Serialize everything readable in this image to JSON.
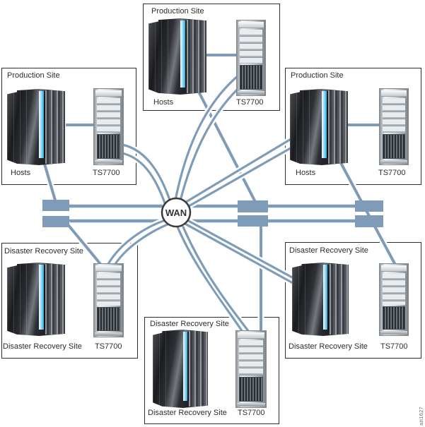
{
  "wan_label": "WAN",
  "watermark": "att1627",
  "colors": {
    "wire": "#7E9CB8",
    "border": "#2e2e2e",
    "label": "#2d2d2d"
  },
  "sites": [
    {
      "title": "Production Site",
      "host_label": "Hosts",
      "unit_label": "TS7700"
    },
    {
      "title": "Production Site",
      "host_label": "Hosts",
      "unit_label": "TS7700"
    },
    {
      "title": "Production Site",
      "host_label": "Hosts",
      "unit_label": "TS7700"
    },
    {
      "title": "Disaster Recovery Site",
      "host_label": "Disaster Recovery Site",
      "unit_label": "TS7700"
    },
    {
      "title": "Disaster Recovery Site",
      "host_label": "Disaster Recovery Site",
      "unit_label": "TS7700"
    },
    {
      "title": "Disaster Recovery Site",
      "host_label": "Disaster Recovery Site",
      "unit_label": "TS7700"
    }
  ]
}
